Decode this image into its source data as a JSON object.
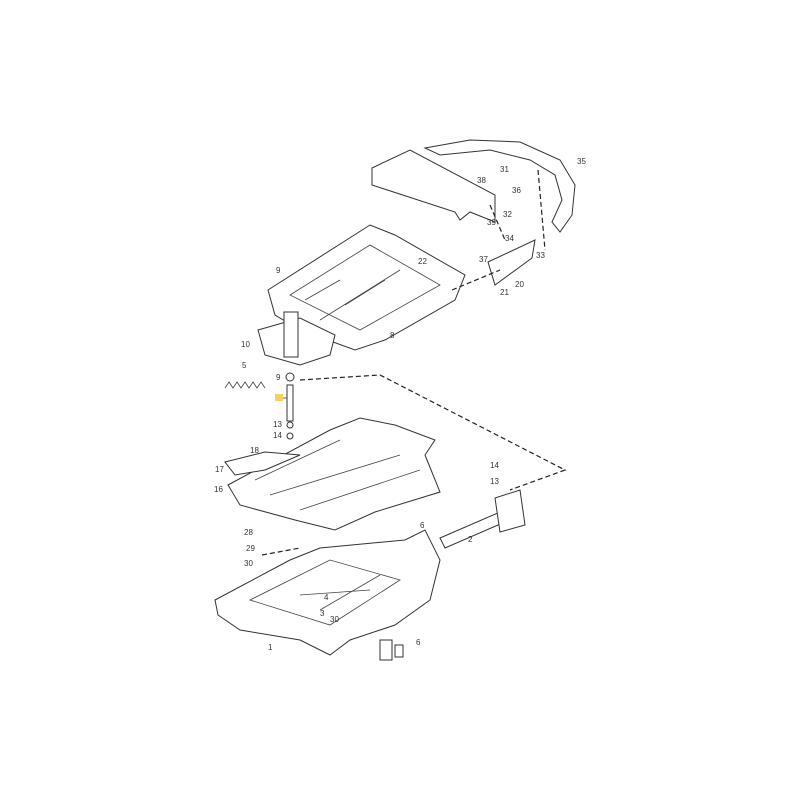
{
  "diagram": {
    "highlight_color": "#f7c948",
    "labels": [
      {
        "id": "35",
        "text": "35"
      },
      {
        "id": "31",
        "text": "31"
      },
      {
        "id": "38",
        "text": "38"
      },
      {
        "id": "36",
        "text": "36"
      },
      {
        "id": "32",
        "text": "32"
      },
      {
        "id": "39",
        "text": "39"
      },
      {
        "id": "34",
        "text": "34"
      },
      {
        "id": "33",
        "text": "33"
      },
      {
        "id": "37",
        "text": "37"
      },
      {
        "id": "22",
        "text": "22"
      },
      {
        "id": "21",
        "text": "21"
      },
      {
        "id": "20",
        "text": "20"
      },
      {
        "id": "9a",
        "text": "9"
      },
      {
        "id": "8",
        "text": "8"
      },
      {
        "id": "10",
        "text": "10"
      },
      {
        "id": "5",
        "text": "5"
      },
      {
        "id": "9b",
        "text": "9"
      },
      {
        "id": "13a",
        "text": "13"
      },
      {
        "id": "14a",
        "text": "14"
      },
      {
        "id": "18",
        "text": "18"
      },
      {
        "id": "17",
        "text": "17"
      },
      {
        "id": "16",
        "text": "16"
      },
      {
        "id": "14b",
        "text": "14"
      },
      {
        "id": "13b",
        "text": "13"
      },
      {
        "id": "2",
        "text": "2"
      },
      {
        "id": "6a",
        "text": "6"
      },
      {
        "id": "28",
        "text": "28"
      },
      {
        "id": "29",
        "text": "29"
      },
      {
        "id": "30a",
        "text": "30"
      },
      {
        "id": "4",
        "text": "4"
      },
      {
        "id": "3",
        "text": "3"
      },
      {
        "id": "30b",
        "text": "30"
      },
      {
        "id": "1",
        "text": "1"
      },
      {
        "id": "6b",
        "text": "6"
      }
    ]
  }
}
